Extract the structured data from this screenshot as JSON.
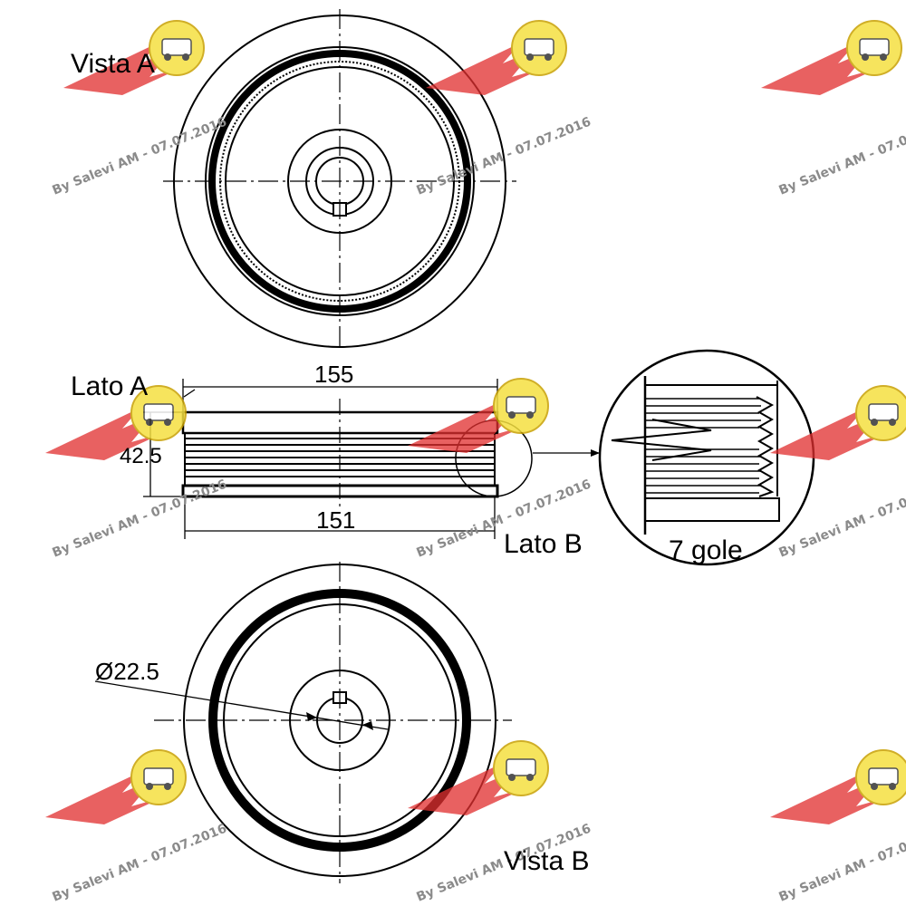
{
  "labels": {
    "vista_a": "Vista A",
    "vista_b": "Vista B",
    "lato_a": "Lato A",
    "lato_b": "Lato B",
    "dim_outer_width": "155",
    "dim_inner_width": "151",
    "dim_height": "42.5",
    "dim_bore": "Ø22.5",
    "grooves": "7 gole"
  },
  "watermark": {
    "text": "By Salevi AM - 07.07.2016",
    "logo_primary_color": "#e03030",
    "logo_secondary_color": "#f5e040"
  },
  "colors": {
    "line": "#000000",
    "background": "#ffffff"
  }
}
